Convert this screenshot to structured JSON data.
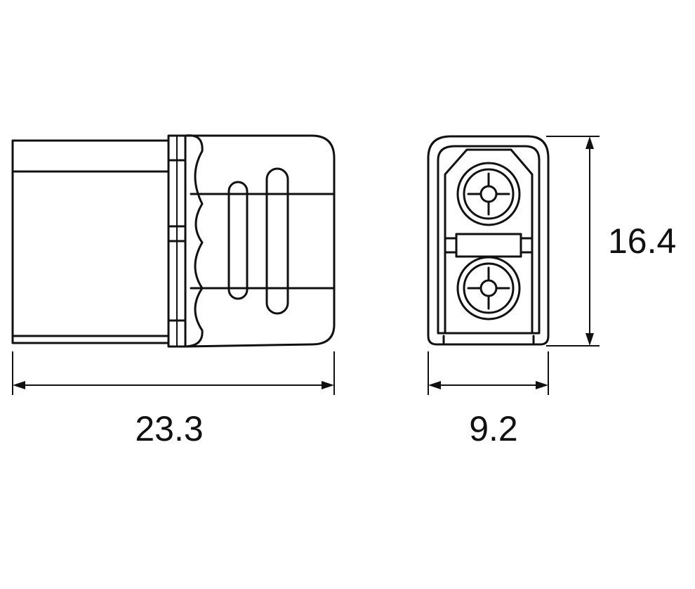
{
  "dimensions": {
    "length": "23.3",
    "width": "9.2",
    "height": "16.4"
  },
  "colors": {
    "line": "#111111",
    "background": "#ffffff"
  }
}
